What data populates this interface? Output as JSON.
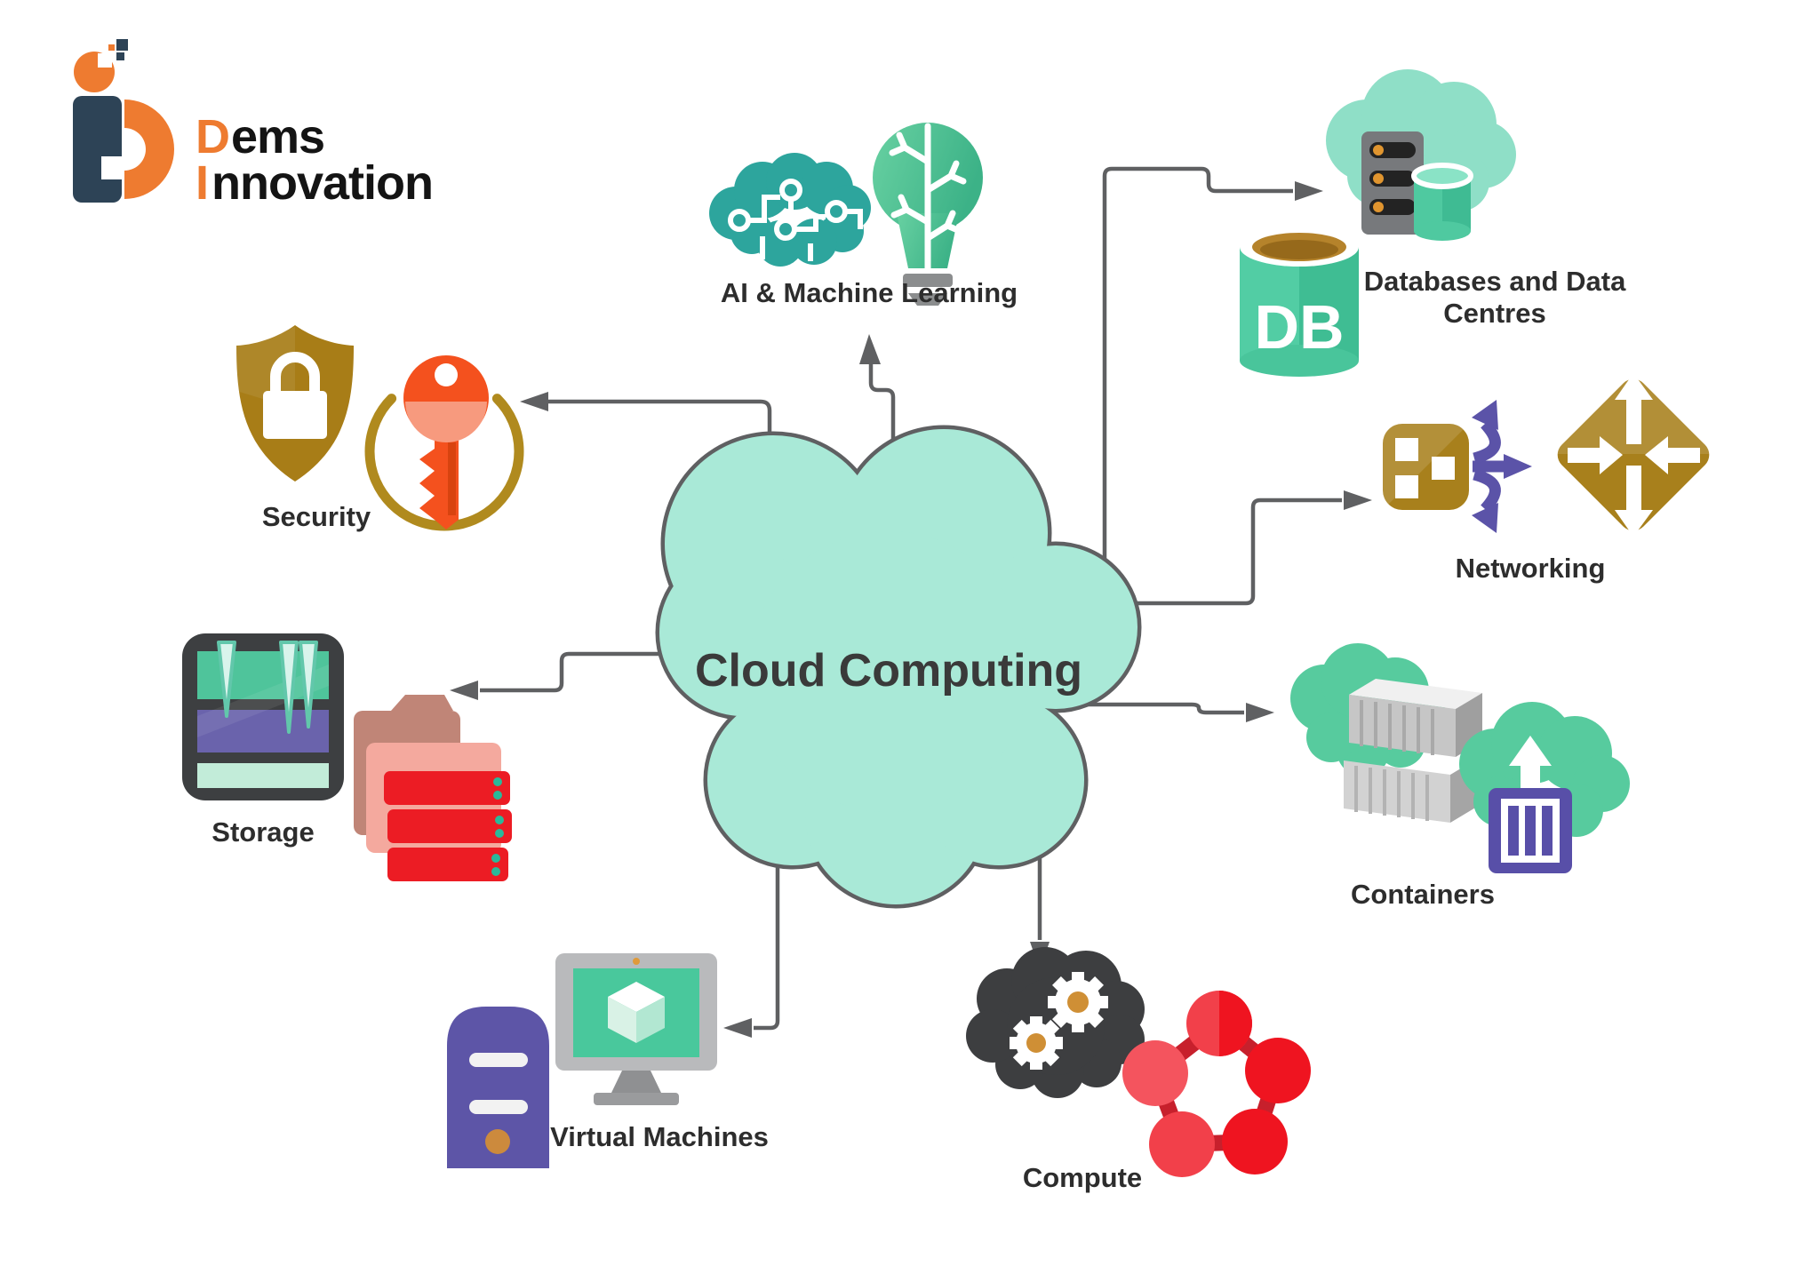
{
  "logo": {
    "brand_accent_1": "D",
    "brand_rest_1": "ems",
    "brand_accent_2": "I",
    "brand_rest_2": "nnovation"
  },
  "center": {
    "label": "Cloud Computing"
  },
  "nodes": {
    "ai": {
      "label": "AI & Machine Learning"
    },
    "databases": {
      "label_line1": "Databases and Data",
      "label_line2": "Centres",
      "badge": "DB"
    },
    "networking": {
      "label": "Networking"
    },
    "containers": {
      "label": "Containers"
    },
    "compute": {
      "label": "Compute"
    },
    "virtual_machines": {
      "label": "Virtual Machines"
    },
    "storage": {
      "label": "Storage"
    },
    "security": {
      "label": "Security"
    }
  },
  "colors": {
    "cloud_fill": "#a9e9d7",
    "cloud_stroke": "#5f6062",
    "connector": "#5f6062",
    "mint_icon_cloud": "#8fdfc7",
    "green": "#57cb9e",
    "teal_brain": "#2da59d",
    "bulb_green": "#3cb287",
    "gold": "#a8801c",
    "purple": "#5d55a7",
    "orange_key": "#f4511e",
    "logo_orange": "#ee7b30",
    "logo_navy": "#2d4356",
    "red": "#ef1420",
    "dark_cloud": "#3d3e40",
    "server_gray": "#77797c",
    "label_ink": "#2d2d2d"
  },
  "icons": [
    "brain-circuit-icon",
    "lightbulb-brain-icon",
    "shield-lock-icon",
    "key-ring-icon",
    "cold-storage-icon",
    "folders-icon",
    "red-server-icon",
    "tower-pc-icon",
    "monitor-cube-icon",
    "gears-cloud-icon",
    "node-cluster-icon",
    "shipping-containers-icon",
    "container-upload-icon",
    "db-cylinder-icon",
    "server-cloud-icon",
    "load-balancer-icon",
    "branch-arrows-icon",
    "router-diamond-icon"
  ]
}
